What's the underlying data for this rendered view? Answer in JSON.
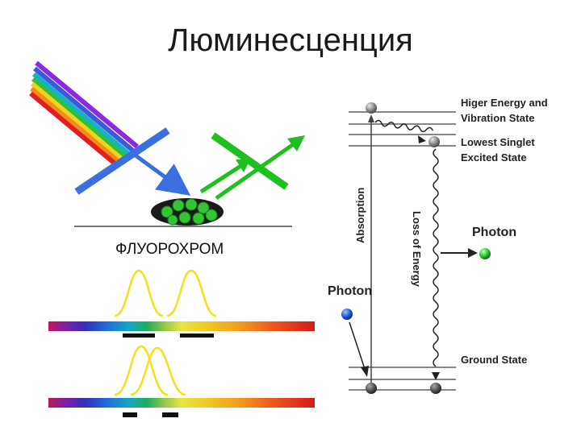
{
  "title": "Люминесценция",
  "fluorochrome_label": "ФЛУОРОХРОМ",
  "jablonski": {
    "higher_energy_line1": "Higer Energy and",
    "higher_energy_line2": "Vibration State",
    "lowest_singlet_line1": "Lowest Singlet",
    "lowest_singlet_line2": "Excited State",
    "ground_state": "Ground State",
    "absorption": "Absorption",
    "loss_of_energy": "Loss of Energy",
    "photon_emitted": "Photon",
    "photon_absorbed": "Photon"
  },
  "colors": {
    "excitation": "#3b6fe0",
    "emission": "#1fbf1f",
    "curve": "#f2e21a",
    "photon_blue": "#1f5fd8",
    "photon_green": "#22cc22"
  }
}
